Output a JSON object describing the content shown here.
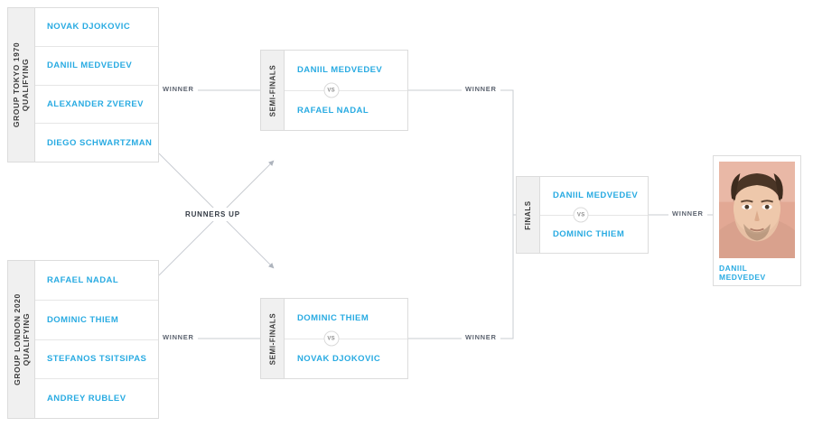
{
  "groups": [
    {
      "label": "GROUP TOKYO 1970",
      "sublabel": "QUALIFYING",
      "players": [
        {
          "name": "NOVAK DJOKOVIC"
        },
        {
          "name": "DANIIL MEDVEDEV"
        },
        {
          "name": "ALEXANDER ZVEREV"
        },
        {
          "name": "DIEGO SCHWARTZMAN"
        }
      ]
    },
    {
      "label": "GROUP LONDON 2020",
      "sublabel": "QUALIFYING",
      "players": [
        {
          "name": "RAFAEL NADAL"
        },
        {
          "name": "DOMINIC THIEM"
        },
        {
          "name": "STEFANOS TSITSIPAS"
        },
        {
          "name": "ANDREY RUBLEV"
        }
      ]
    }
  ],
  "semifinals": [
    {
      "label": "SEMI-FINALS",
      "top_player": "DANIIL MEDVEDEV",
      "bottom_player": "RAFAEL NADAL",
      "vs": "VS"
    },
    {
      "label": "SEMI-FINALS",
      "top_player": "DOMINIC THIEM",
      "bottom_player": "NOVAK DJOKOVIC",
      "vs": "VS"
    }
  ],
  "finals": {
    "label": "FINALS",
    "top_player": "DANIIL MEDVEDEV",
    "bottom_player": "DOMINIC THIEM",
    "vs": "VS"
  },
  "connectors": {
    "group_top_winner": "WINNER",
    "group_bottom_winner": "WINNER",
    "semi_top_winner": "WINNER",
    "semi_bottom_winner": "WINNER",
    "final_winner": "WINNER",
    "runners_up": "RUNNERS UP"
  },
  "winner_card": {
    "name_line1": "DANIIL",
    "name_line2": "MEDVEDEV"
  },
  "colors": {
    "player_blue": "#29abe2",
    "line_gray": "#c9ccd2",
    "border_gray": "#dcdcdc",
    "tab_gray": "#f0f0f0"
  }
}
